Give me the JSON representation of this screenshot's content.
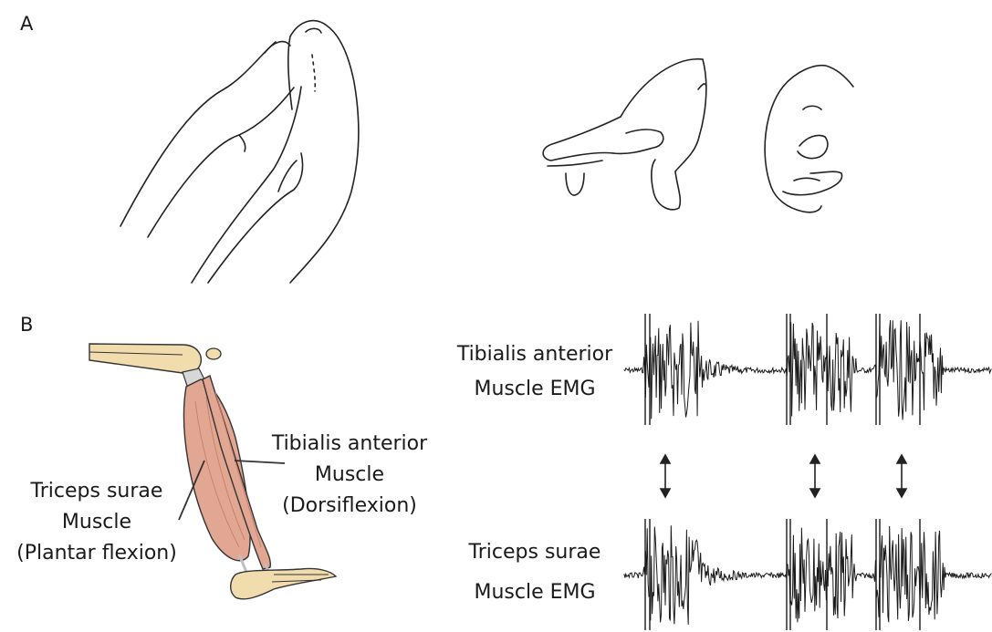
{
  "panel_a": {
    "letter": "A"
  },
  "panel_b": {
    "letter": "B",
    "leg_labels": {
      "tibialis": {
        "line1": "Tibialis anterior",
        "line2": "Muscle",
        "line3": "(Dorsiflexion)"
      },
      "triceps": {
        "line1": "Triceps surae",
        "line2": "Muscle",
        "line3": "(Plantar flexion)"
      }
    },
    "emg_labels": {
      "tibialis": {
        "line1": "Tibialis anterior",
        "line2": "Muscle EMG"
      },
      "triceps": {
        "line1": "Triceps surae",
        "line2": "Muscle EMG"
      }
    }
  },
  "colors": {
    "muscle": "#e2a792",
    "bone": "#f1dcae",
    "ink": "#1a1a1a"
  }
}
